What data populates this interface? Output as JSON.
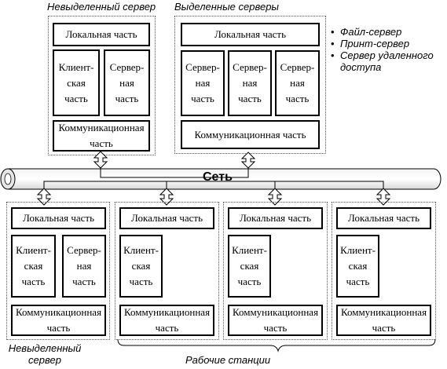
{
  "top_left": {
    "caption": "Невыделенный сервер",
    "local": "Локальная часть",
    "client": "Клиент-\nская\nчасть",
    "server": "Сервер-\nная\nчасть",
    "comm": "Коммуникационная\nчасть"
  },
  "top_right": {
    "caption": "Выделенные серверы",
    "local": "Локальная часть",
    "servers": [
      "Сервер-\nная\nчасть",
      "Сервер-\nная\nчасть",
      "Сервер-\nная\nчасть"
    ],
    "comm": "Коммуникационная часть"
  },
  "server_types": [
    "Файл-сервер",
    "Принт-сервер",
    "Сервер удаленного\nдоступа"
  ],
  "network_label": "Сеть",
  "bottom_left": {
    "caption": "Невыделенный\nсервер",
    "local": "Локальная часть",
    "client": "Клиент-\nская\nчасть",
    "server": "Сервер-\nная\nчасть",
    "comm": "Коммуникационная\nчасть"
  },
  "workstations": [
    {
      "local": "Локальная часть",
      "client": "Клиент-\nская\nчасть",
      "comm": "Коммуникационная\nчасть"
    },
    {
      "local": "Локальная часть",
      "client": "Клиент-\nская\nчасть",
      "comm": "Коммуникационная\nчасть"
    },
    {
      "local": "Локальная часть",
      "client": "Клиент-\nская\nчасть",
      "comm": "Коммуникационная\nчасть"
    }
  ],
  "workstations_caption": "Рабочие станции"
}
